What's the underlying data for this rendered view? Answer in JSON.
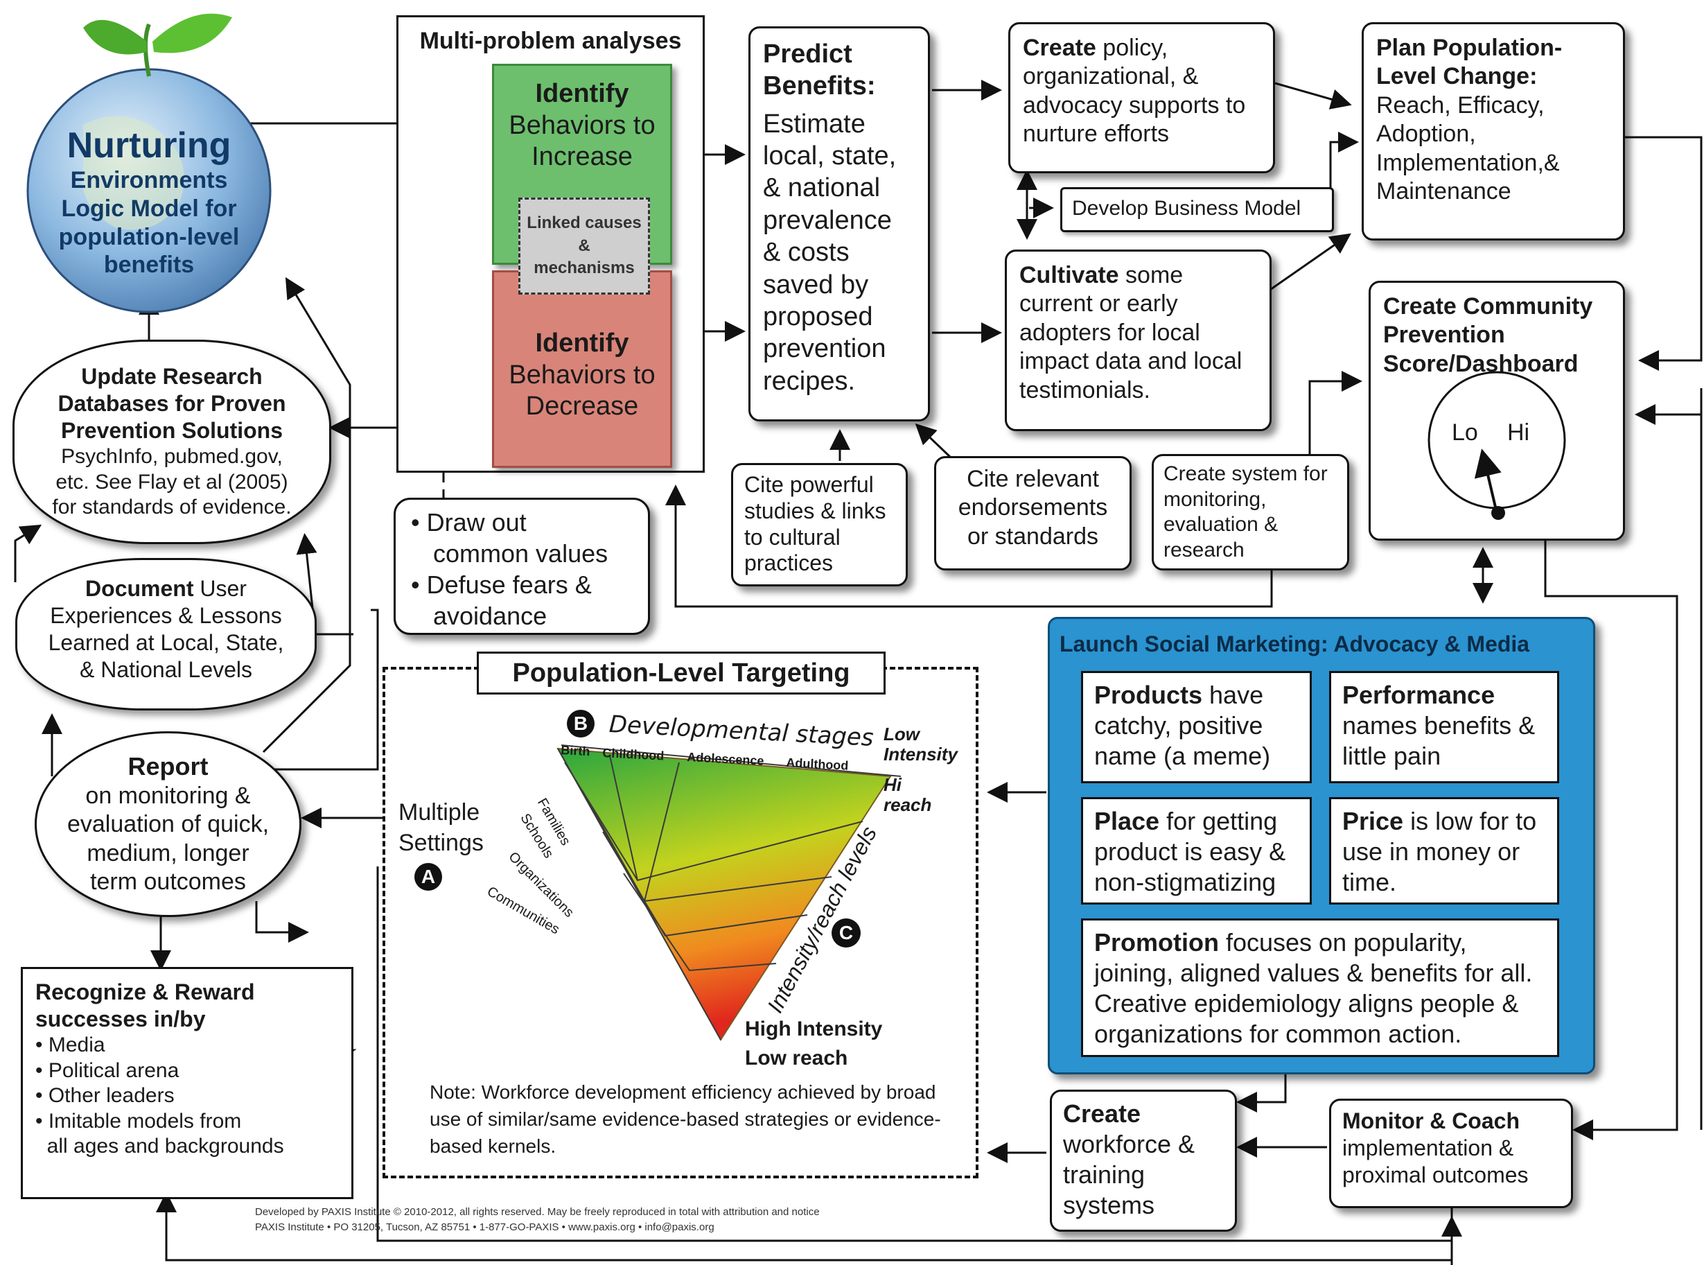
{
  "globe": {
    "title": "Nurturing",
    "subtitle": "Environments Logic Model for population-level benefits"
  },
  "multi_problem": {
    "header": "Multi-problem analyses",
    "increase_bold": "Identify",
    "increase_text": "Behaviors to Increase",
    "linked": "Linked causes & mechanisms",
    "decrease_bold": "Identify",
    "decrease_text": "Behaviors to Decrease"
  },
  "predict": {
    "title": "Predict Benefits:",
    "body": "Estimate local, state, & national prevalence & costs saved by proposed prevention recipes."
  },
  "create_policy": {
    "bold": "Create",
    "text": " policy, organizational, & advocacy supports to nurture efforts"
  },
  "business_model": "Develop Business Model",
  "cultivate": {
    "bold": "Cultivate",
    "text": " some current or early adopters for local impact data and local testimonials."
  },
  "plan": {
    "title": "Plan Population-Level Change:",
    "body": "Reach, Efficacy, Adoption, Implementation,& Maintenance"
  },
  "dashboard": {
    "title": "Create Community Prevention Score/Dashboard",
    "lo": "Lo",
    "hi": "Hi"
  },
  "update_research": {
    "title": "Update Research Databases for Proven Prevention Solutions",
    "body": "PsychInfo, pubmed.gov, etc. See Flay et al (2005) for standards of evidence."
  },
  "document": {
    "bold": "Document",
    "text": " User Experiences & Lessons Learned at Local, State, & National Levels"
  },
  "report": {
    "title": "Report",
    "body": "on monitoring & evaluation of quick, medium, longer term outcomes"
  },
  "recognize": {
    "title": "Recognize & Reward successes in/by",
    "items": [
      "• Media",
      "• Political arena",
      "• Other leaders",
      "• Imitable models from",
      "  all ages and backgrounds"
    ]
  },
  "draw_out": {
    "line1": "• Draw out",
    "line2": "common values",
    "line3": "• Defuse fears &",
    "line4": "avoidance"
  },
  "cite_studies": "Cite powerful studies & links to cultural practices",
  "cite_endorse": "Cite relevant endorsements or standards",
  "create_system": "Create system for monitoring, evaluation & research",
  "targeting": {
    "title": "Population-Level Targeting",
    "dev_stages": "Developmental stages",
    "stages": [
      "Birth",
      "Childhood",
      "Adolescence",
      "Adulthood"
    ],
    "low_intensity": "Low Intensity",
    "hi_reach": "Hi reach",
    "multiple_settings": "Multiple Settings",
    "settings": [
      "Families",
      "Schools",
      "Organizations",
      "Communities"
    ],
    "intensity_levels": "Intensity/reach levels",
    "high_intensity": "High Intensity",
    "low_reach": "Low reach",
    "note": "Note: Workforce development efficiency achieved by broad use of similar/same evidence-based strategies or evidence-based kernels.",
    "badge_a": "A",
    "badge_b": "B",
    "badge_c": "C"
  },
  "marketing": {
    "title": "Launch Social Marketing: Advocacy & Media",
    "products": {
      "bold": "Products",
      "text": " have catchy, positive name (a meme)"
    },
    "performance": {
      "bold": "Performance",
      "text": " names benefits & little pain"
    },
    "place": {
      "bold": "Place",
      "text": " for getting product is easy & non-stigmatizing"
    },
    "price": {
      "bold": "Price",
      "text": " is low for to use in money or time."
    },
    "promotion": {
      "bold": "Promotion",
      "text": " focuses on popularity, joining, aligned values & benefits for all. Creative epidemiology aligns people & organizations for common action."
    }
  },
  "workforce": {
    "bold": "Create",
    "text": "workforce & training systems"
  },
  "monitor": {
    "title": "Monitor & Coach",
    "body": "implementation & proximal outcomes"
  },
  "footer": {
    "line1": "Developed by PAXIS Institute © 2010-2012, all rights reserved. May be freely reproduced in total with attribution and notice",
    "line2": "PAXIS Institute • PO 31205, Tucson, AZ 85751 • 1-877-GO-PAXIS • www.paxis.org • info@paxis.org"
  },
  "colors": {
    "green": "#6dbf6e",
    "red": "#d98479",
    "blue": "#2a93d0",
    "star": "#f4ef3a"
  }
}
